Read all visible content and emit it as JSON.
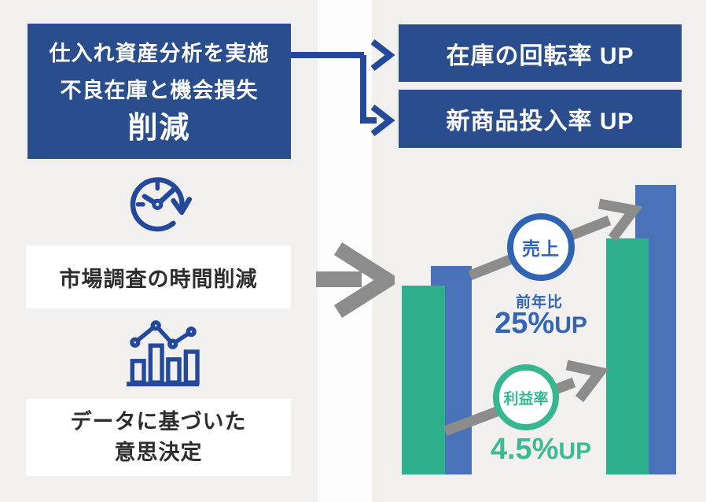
{
  "palette": {
    "canvas_bg": "#f1f0ee",
    "divider": "#fdfdfd",
    "navy_box": "#2a4d8e",
    "icon_navy": "#24489a",
    "bar_blue": "#4a72b9",
    "bar_green": "#2fb08d",
    "accent_blue": "#2f63b4",
    "accent_green": "#38b692",
    "arrow_gray": "#8c8c8c",
    "dark_text": "#2d2d2d",
    "white": "#ffffff"
  },
  "left_column": {
    "cause_box": {
      "line1": "仕入れ資産分析を実施",
      "line2": "不良在庫と機会損失",
      "line3": "削減"
    },
    "clock_icon": "clock-rotation-icon",
    "time_saving_box": {
      "label": "市場調査の時間削減"
    },
    "chart_icon": "bar-line-chart-icon",
    "decision_box": {
      "line1": "データに基づいた",
      "line2": "意思決定"
    }
  },
  "right_column": {
    "outcome_boxes": [
      {
        "label": "在庫の回転率 UP"
      },
      {
        "label": "新商品投入率 UP"
      }
    ],
    "sales_badge": {
      "label": "売上"
    },
    "sales_caption": {
      "line1": "前年比",
      "value": "25%",
      "suffix": "UP"
    },
    "profit_badge": {
      "label": "利益率"
    },
    "profit_caption": {
      "value": "4.5%",
      "suffix": "UP"
    }
  },
  "chart_data": {
    "type": "bar",
    "categories": [
      "",
      ""
    ],
    "series": [
      {
        "name": "売上",
        "color": "#4a72b9",
        "values": [
          265,
          368
        ],
        "unit": "relative-bar-height-px"
      },
      {
        "name": "利益率",
        "color": "#2fb08d",
        "values": [
          240,
          300
        ],
        "unit": "relative-bar-height-px"
      }
    ],
    "annotations": [
      {
        "series": "売上",
        "badge": "売上",
        "text": "前年比 25%UP"
      },
      {
        "series": "利益率",
        "badge": "利益率",
        "text": "4.5%UP"
      }
    ],
    "title": "",
    "xlabel": "",
    "ylabel": "",
    "axes_visible": false,
    "grid": false,
    "legend_position": "none"
  }
}
